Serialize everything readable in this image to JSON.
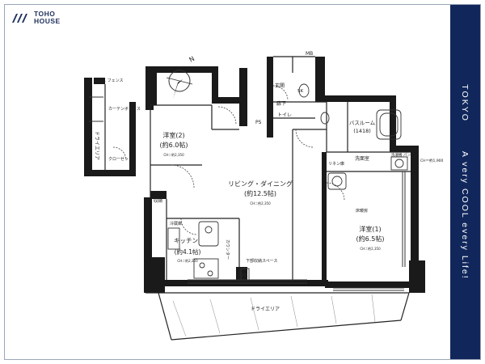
{
  "brand": {
    "line1": "TOHO",
    "line2": "HOUSE",
    "color": "#1d2f5c"
  },
  "sidebar": {
    "color": "#11275c",
    "city": "TOKYO",
    "slogan": "A very COOL every Life!"
  },
  "compass": {
    "north": "N"
  },
  "rooms": {
    "western2": {
      "name": "洋室(2)",
      "size": "(約6.0帖)",
      "ch": "CH＝約2,350"
    },
    "living": {
      "name": "リビング・ダイニング",
      "size": "(約12.5帖)",
      "ch": "CH＝約2,350"
    },
    "kitchen": {
      "name": "キッチン",
      "size": "(約4.1帖)",
      "ch": "CH＝約2,350"
    },
    "western1": {
      "name": "洋室(1)",
      "size": "(約6.5帖)",
      "ch": "CH＝約2,350"
    },
    "bathroom": {
      "name": "バスルーム",
      "size": "(1418)"
    },
    "washroom": {
      "name": "洗面室"
    },
    "toilet": {
      "name": "トイレ"
    },
    "hallway": {
      "name": "廊下"
    },
    "entrance": {
      "name": "玄関"
    }
  },
  "labels": {
    "dry_area_left": "ドライエリア",
    "dry_area_bottom": "ドライエリア",
    "closet": "クローゼット",
    "curtain_box": "カーテンボックス",
    "storage": "収納",
    "ps": "PS",
    "mb": "MB",
    "sk": "SK",
    "fence": "目隠し フェンス",
    "counter": "カウンター",
    "floor_heating": "床暖房",
    "laundry_pan": "洗濯機 パン",
    "fridge": "冷蔵庫",
    "linen": "リネン庫",
    "lower_space": "下部収納スペース",
    "ch_side": "CH＝約1,900"
  }
}
